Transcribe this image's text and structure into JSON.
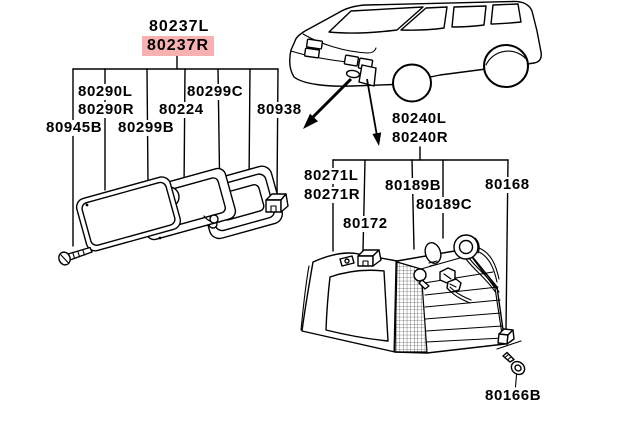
{
  "selection": {
    "highlighted_part": "80237R",
    "highlight_color": "#f7b1b1",
    "ink_color": "#000000",
    "background_color": "#ffffff"
  },
  "front_lamp_group": {
    "assembly_label_left": "80237L",
    "assembly_label_right": "80237R",
    "part_numbers": [
      "80290L",
      "80290R",
      "80224",
      "80299C",
      "80938",
      "80945B",
      "80299B"
    ]
  },
  "corner_lamp_group": {
    "assembly_label_left": "80240L",
    "assembly_label_right": "80240R",
    "part_numbers": [
      "80271L",
      "80271R",
      "80172",
      "80189B",
      "80189C",
      "80168",
      "80166B"
    ]
  },
  "labels": {
    "n80237L": "80237L",
    "n80237R": "80237R",
    "n80290L": "80290L",
    "n80290R": "80290R",
    "n80224": "80224",
    "n80299C": "80299C",
    "n80938": "80938",
    "n80945B": "80945B",
    "n80299B": "80299B",
    "n80240L": "80240L",
    "n80240R": "80240R",
    "n80271L": "80271L",
    "n80271R": "80271R",
    "n80172": "80172",
    "n80189B": "80189B",
    "n80189C": "80189C",
    "n80168": "80168",
    "n80166B": "80166B"
  }
}
